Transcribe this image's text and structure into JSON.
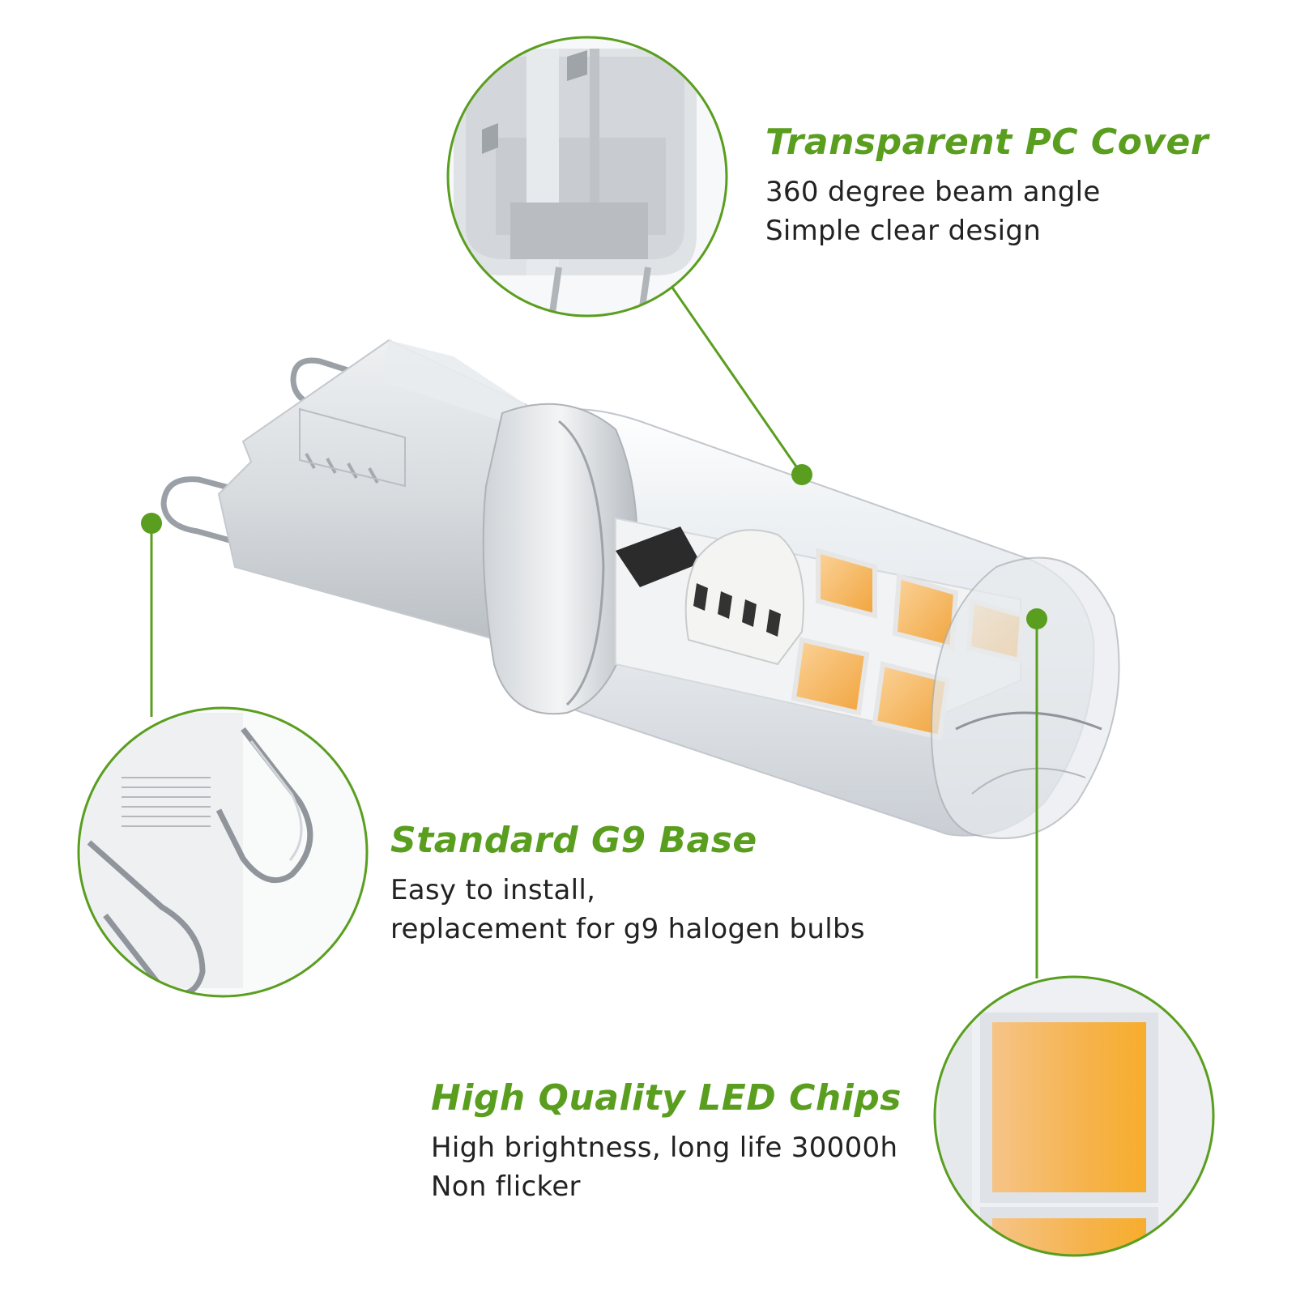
{
  "colors": {
    "accent": "#5a9e1f",
    "text": "#222222",
    "led": "#f8b64a"
  },
  "features": {
    "cover": {
      "title": "Transparent PC Cover",
      "lines": [
        "360 degree beam angle",
        "Simple clear design"
      ]
    },
    "base": {
      "title": "Standard G9 Base",
      "lines": [
        "Easy to install,",
        "replacement for g9 halogen bulbs"
      ]
    },
    "chips": {
      "title": "High Quality LED Chips",
      "lines": [
        "High brightness, long life 30000h",
        "Non flicker"
      ]
    }
  }
}
